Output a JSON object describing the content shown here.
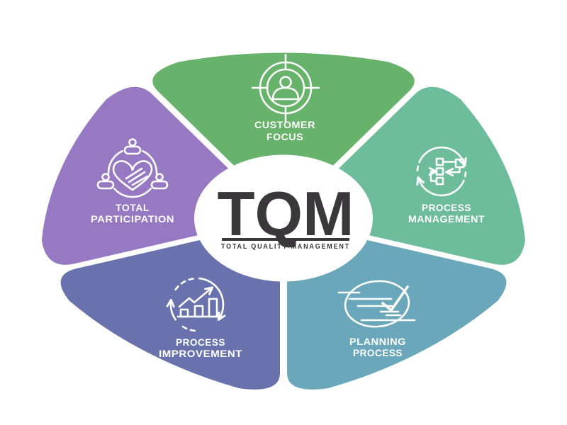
{
  "diagram": {
    "title_acronym": "TQM",
    "title_subtitle": "TOTAL QUALITY MANAGEMENT",
    "text_color": "#3b383b",
    "icon_stroke_color": "#ffffff",
    "background_color": "#ffffff",
    "segments": [
      {
        "id": "customer-focus",
        "line1": "CUSTOMER",
        "line2": "FOCUS",
        "color": "#68b36b",
        "icon": "person-target-icon"
      },
      {
        "id": "process-management",
        "line1": "PROCESS",
        "line2": "MANAGEMENT",
        "color": "#6dbc9b",
        "icon": "flowchart-cycle-icon"
      },
      {
        "id": "planning-process",
        "line1": "PLANNING",
        "line2": "PROCESS",
        "color": "#6aa7ba",
        "icon": "checklist-check-icon"
      },
      {
        "id": "process-improvement",
        "line1": "PROCESS",
        "line2": "IMPROVEMENT",
        "color": "#6a72ae",
        "icon": "growth-chart-cycle-icon"
      },
      {
        "id": "total-participation",
        "line1": "TOTAL",
        "line2": "PARTICIPATION",
        "color": "#9679c2",
        "icon": "hands-heart-people-icon"
      }
    ]
  }
}
